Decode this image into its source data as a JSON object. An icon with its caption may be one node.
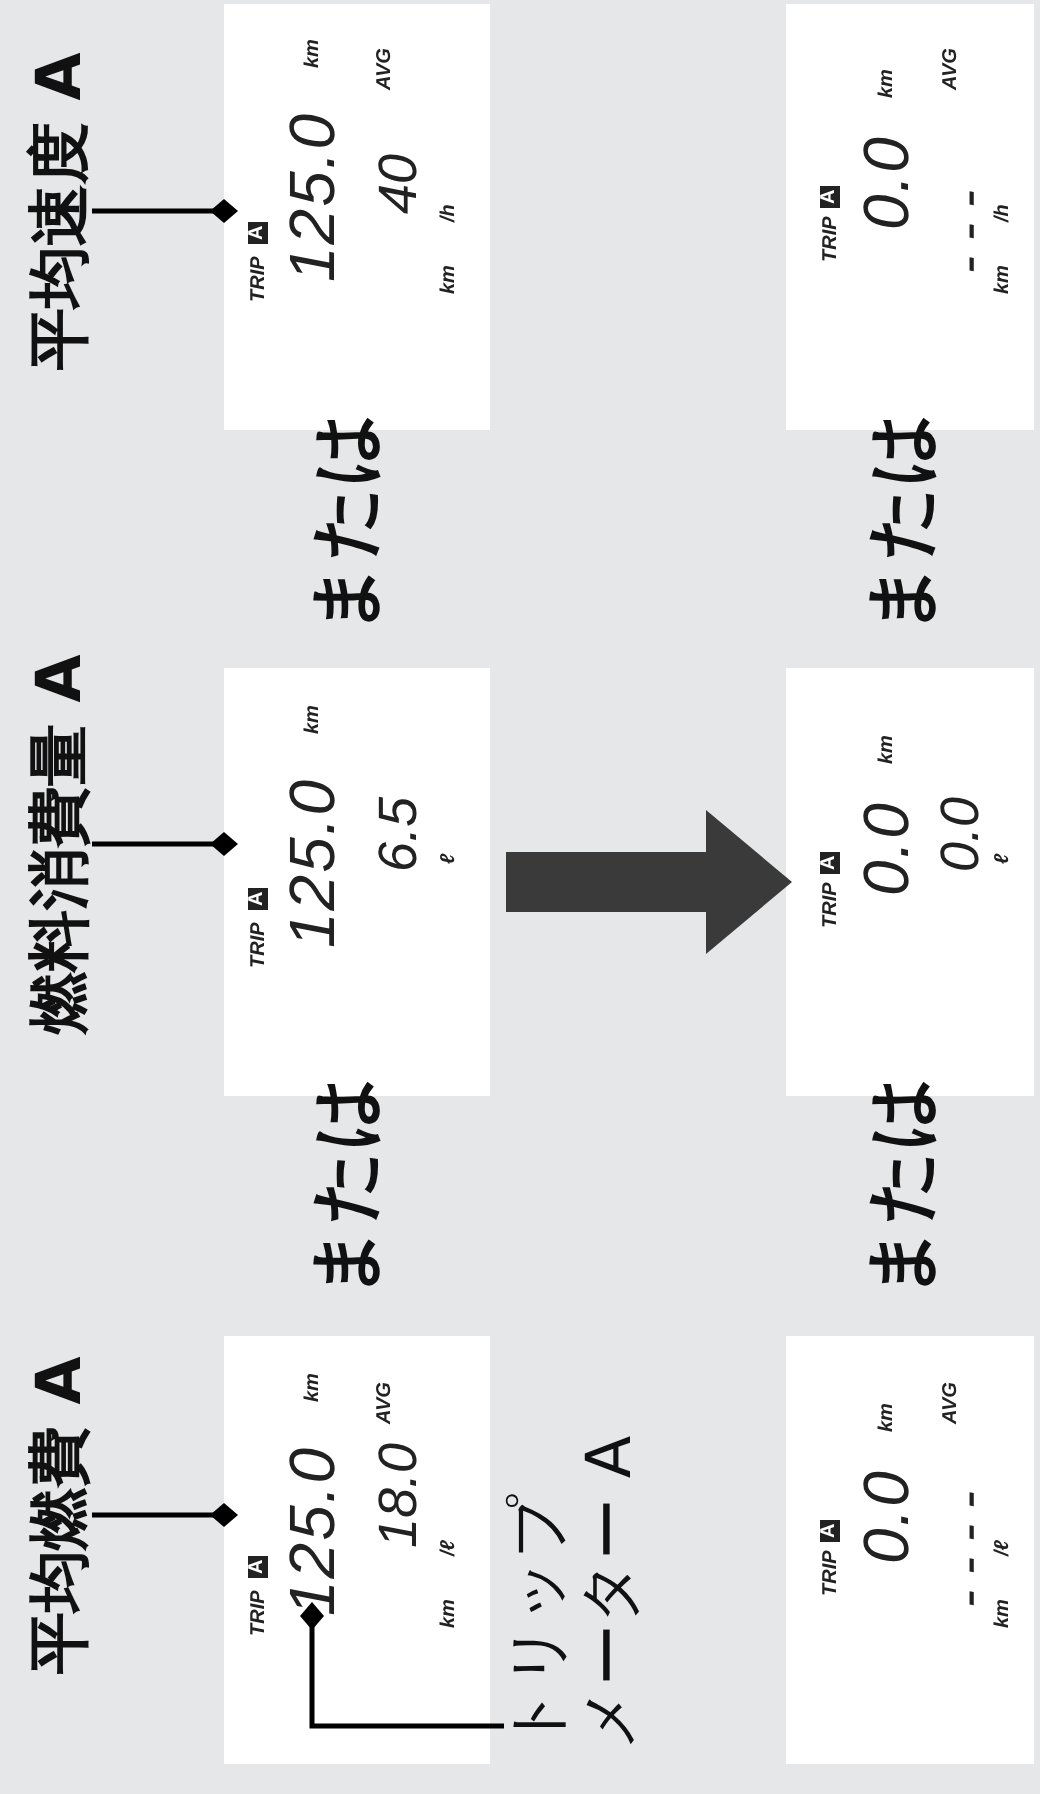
{
  "diagram": {
    "nodes": [
      {
        "text": [
          "平均燃費 A"
        ]
      },
      {
        "text": [
          "燃料消費量 A"
        ]
      },
      {
        "text": [
          "平均速度 A"
        ]
      },
      {
        "text": [
          "TRIP",
          "A",
          "km",
          "18.0",
          "AVG",
          "km",
          "/ℓ"
        ]
      },
      {
        "text": [
          "125.0"
        ],
        "in": 3
      },
      {
        "text": [
          "TRIP",
          "A",
          "km",
          "6.5",
          "ℓ"
        ]
      },
      {
        "text": [
          "125.0"
        ],
        "in": 5
      },
      {
        "text": [
          "TRIP",
          "A",
          "km",
          "40",
          "AVG",
          "km",
          "/h"
        ]
      },
      {
        "text": [
          "125.0"
        ],
        "in": 7
      },
      {
        "text": [
          "トリップメーター A"
        ]
      },
      {
        "text": [
          "TRIP",
          "A",
          "km",
          "- - - -",
          "AVG",
          "km",
          "/ℓ"
        ]
      },
      {
        "text": [
          "0.0"
        ],
        "in": 10
      },
      {
        "text": [
          "TRIP",
          "A",
          "km",
          "0.0",
          "ℓ"
        ]
      },
      {
        "text": [
          "0.0"
        ],
        "in": 12
      },
      {
        "text": [
          "TRIP",
          "A",
          "km",
          "- - -",
          "AVG",
          "km",
          "/h"
        ]
      },
      {
        "text": [
          "0.0"
        ],
        "in": 14
      }
    ],
    "edges": [
      {
        "from": 0,
        "to": 3,
        "arrow": "other"
      },
      {
        "from": 1,
        "to": 5,
        "arrow": "other"
      },
      {
        "from": 2,
        "to": 7,
        "arrow": "other"
      },
      {
        "from": 9,
        "to": 4,
        "arrow": "other"
      },
      {
        "from": 5,
        "to": 12,
        "arrow": "to",
        "style": "thick",
        "color": "#3a3a3a"
      }
    ],
    "labels": [
      "または",
      "または",
      "または",
      "または"
    ]
  }
}
